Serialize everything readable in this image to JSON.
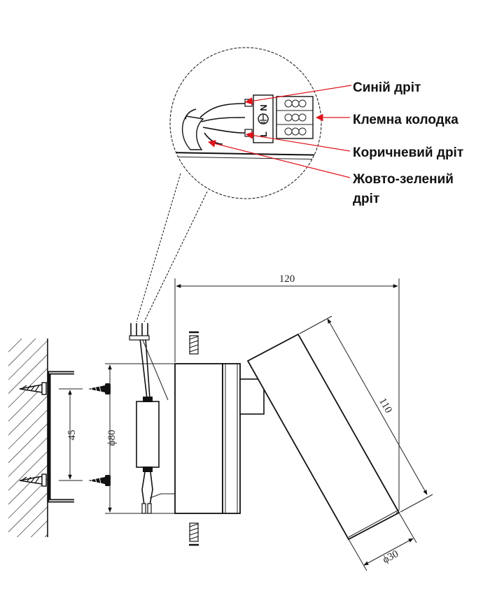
{
  "callouts": {
    "blue_wire": "Синій дріт",
    "terminal_block": "Клемна колодка",
    "brown_wire": "Коричневий дріт",
    "yellow_green_wire_line1": "Жовто-зелений",
    "yellow_green_wire_line2": "дріт"
  },
  "terminal_labels": {
    "neutral": "N",
    "live": "L"
  },
  "dimensions": {
    "length": "120",
    "head_length": "110",
    "hole_spacing": "45",
    "base_diameter": "ϕ80",
    "head_diameter": "ϕ30"
  },
  "colors": {
    "leader_lines": "#e0141c",
    "arrowheads": "#e0141c",
    "linework": "#111111"
  }
}
